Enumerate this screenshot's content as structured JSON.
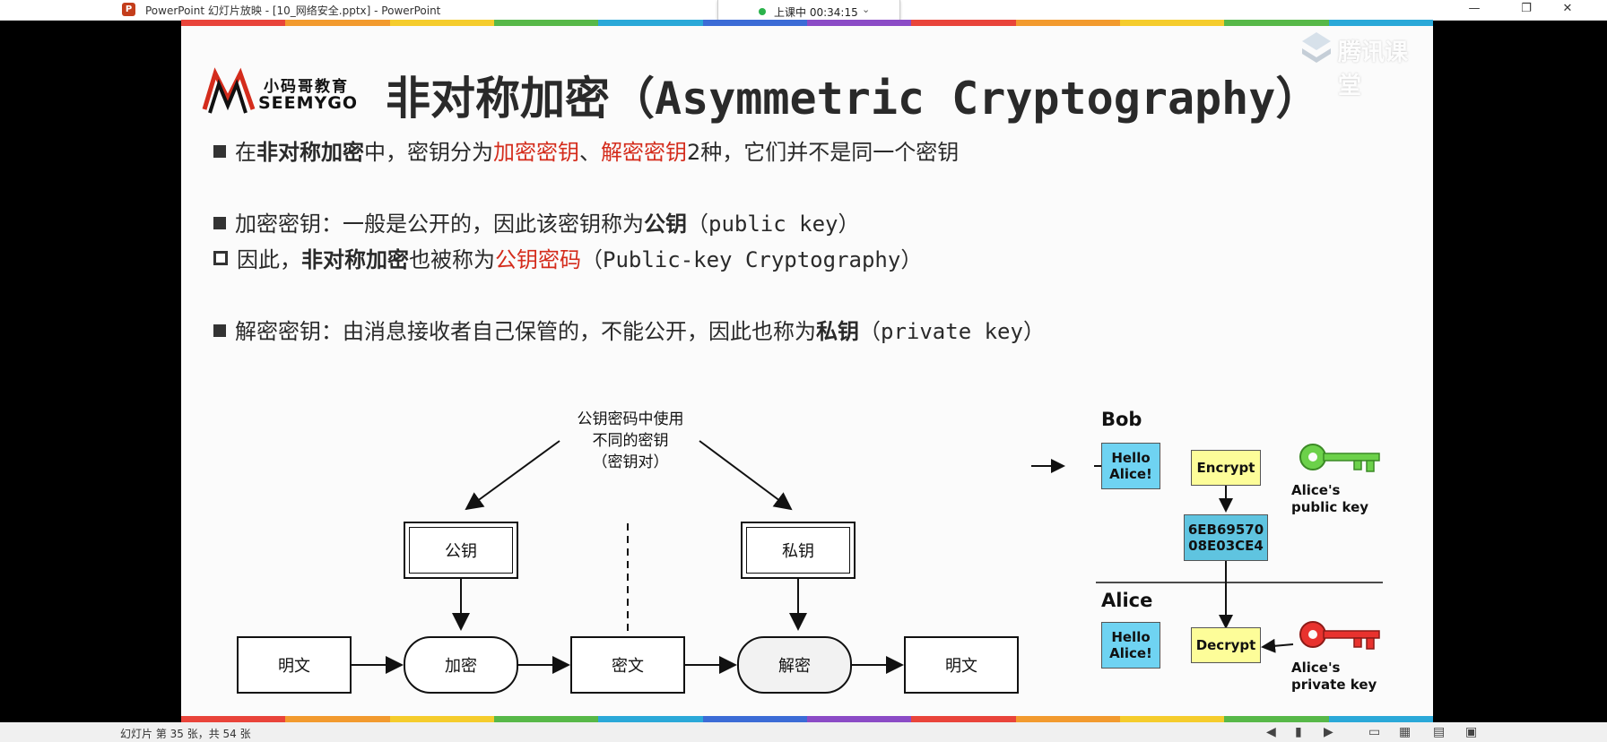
{
  "window": {
    "title": "PowerPoint 幻灯片放映 - [10_网络安全.pptx] - PowerPoint",
    "app_icon": "P",
    "class_status": "上课中 00:34:15",
    "minimize": "—",
    "restore": "❐",
    "close": "✕"
  },
  "watermark": {
    "text": "腾讯课堂"
  },
  "logo": {
    "cn": "小码哥教育",
    "en": "SEEMYGO"
  },
  "slide": {
    "title": "非对称加密（Asymmetric Cryptography）",
    "b1": {
      "p1": "在",
      "p2": "非对称加密",
      "p3": "中，密钥分为",
      "p4": "加密密钥",
      "p5": "、",
      "p6": "解密密钥",
      "p7": "2种，它们并不是同一个密钥"
    },
    "b2": {
      "p1": "加密密钥：一般是公开的，因此该密钥称为",
      "p2": "公钥",
      "p3": "（public key）"
    },
    "b3": {
      "p1": "因此，",
      "p2": "非对称加密",
      "p3": "也被称为",
      "p4": "公钥密码",
      "p5": "（Public-key Cryptography）"
    },
    "b4": {
      "p1": "解密密钥：由消息接收者自己保管的，不能公开，因此也称为",
      "p2": "私钥",
      "p3": "（private key）"
    }
  },
  "flow": {
    "note": [
      "公钥密码中使用",
      "不同的密钥",
      "（密钥对）"
    ],
    "public_key": "公钥",
    "private_key": "私钥",
    "plaintext_in": "明文",
    "encrypt": "加密",
    "ciphertext": "密文",
    "decrypt": "解密",
    "plaintext_out": "明文"
  },
  "crypto": {
    "bob": "Bob",
    "alice": "Alice",
    "hello1": [
      "Hello",
      "Alice!"
    ],
    "encrypt": "Encrypt",
    "cipher": [
      "6EB69570",
      "08E03CE4"
    ],
    "decrypt": "Decrypt",
    "hello2": [
      "Hello",
      "Alice!"
    ],
    "pub_label": [
      "Alice's",
      "public key"
    ],
    "priv_label": [
      "Alice's",
      "private key"
    ],
    "colors": {
      "message": "#6fd3f2",
      "process": "#fdfd99",
      "cipher": "#5fc4e0",
      "public_key": "#6cd14a",
      "private_key": "#e8322e"
    }
  },
  "status": {
    "slide_count": "幻灯片 第 35 张，共 54 张",
    "icons": [
      "prev-icon",
      "pen-icon",
      "next-icon",
      "normal-view-icon",
      "sorter-view-icon",
      "reading-view-icon",
      "slideshow-icon"
    ]
  },
  "theme": {
    "stripe": [
      "#e9443a",
      "#f29a2e",
      "#f5cc2c",
      "#57b848",
      "#2aa8d8",
      "#3b6bd6",
      "#8b4bc6",
      "#e9443a",
      "#f29a2e",
      "#f5cc2c",
      "#57b848",
      "#2aa8d8"
    ]
  }
}
